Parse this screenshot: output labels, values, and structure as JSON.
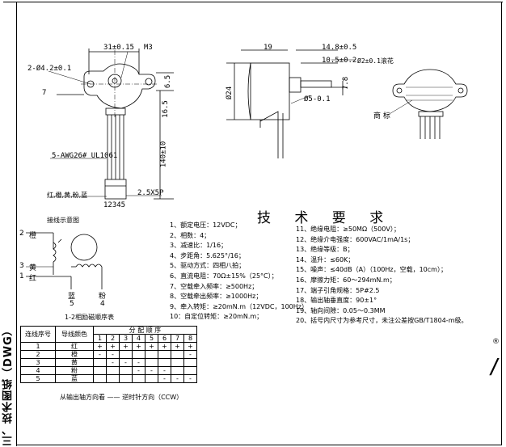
{
  "page_side_title": "三、技术图纸（DWG）",
  "dims": {
    "width_31": "31±0.15",
    "m3": "M3",
    "hole": "2-Ø4.2±0.1",
    "seven": "7",
    "six5": "6.5",
    "h16_5": "16.5",
    "h140": "140±10",
    "wire_spec": "5-AWG26# UL1061",
    "connector": "2.5X5P",
    "pins": "12345",
    "colors": "红,橙,黄,粉,蓝",
    "side19": "19",
    "dia24": "Ø24",
    "d14_8": "14.8±0.5",
    "d10_5": "10.5±0.2",
    "shaft_dia": "Ø2±0.1滚花",
    "d7_8": "7.8",
    "d5": "Ø5-0.1",
    "nameplate": "商 标"
  },
  "connection": {
    "title": "接线示意图",
    "w2": "2",
    "w2_color": "橙",
    "w3": "3",
    "w3_color": "黄",
    "w1": "1",
    "w1_color": "红",
    "blue_color": "蓝",
    "blue_num": "5",
    "pink_color": "粉",
    "pink_num": "4"
  },
  "requirements": {
    "title": "技 术 要 求",
    "left": [
      "1、额定电压：12VDC；",
      "2、相数：4；",
      "3、减速比：1/16；",
      "4、步距角：5.625°/16；",
      "5、驱动方式：四相八拍；",
      "6、直流电阻：70Ω±15%（25°C）；",
      "7、空载牵入频率：≥500Hz；",
      "8、空载牵出频率：≥1000Hz；",
      "9、牵入转矩：≥20mN.m（12VDC，100Hz）",
      "10：自定位转矩：≥20mN.m；"
    ],
    "right": [
      "11、绝缘电阻：≥50MΩ（500V）；",
      "12、绝缘介电强度：600VAC/1mA/1s；",
      "13、绝缘等级：B；",
      "14、温升：≤60K；",
      "15、噪声：≤40dB（A）（100Hz，空载，10cm）；",
      "16、摩擦力矩：60～294mN.m；",
      "17、端子引角规格：5P#2.5",
      "18、输出轴垂直度：90±1°",
      "19、轴向间隙：0.05～0.3MM",
      "20、括号内尺寸为参考尺寸，未注公差按GB/T1804-m级。"
    ]
  },
  "sequence": {
    "caption": "1-2相励磁顺序表",
    "col_lead": "连线序号",
    "col_color": "导线颜色",
    "col_order": "分 配 顺 序",
    "steps": [
      "1",
      "2",
      "3",
      "4",
      "5",
      "6",
      "7",
      "8"
    ],
    "rows": [
      {
        "no": "1",
        "color": "红",
        "cells": [
          "+",
          "+",
          "+",
          "+",
          "+",
          "+",
          "+",
          "+"
        ]
      },
      {
        "no": "2",
        "color": "橙",
        "cells": [
          "-",
          "-",
          "",
          "",
          "",
          "",
          "",
          "-"
        ]
      },
      {
        "no": "3",
        "color": "黄",
        "cells": [
          "",
          "-",
          "-",
          "-",
          "",
          "",
          "",
          ""
        ]
      },
      {
        "no": "4",
        "color": "粉",
        "cells": [
          "",
          "",
          "",
          "-",
          "-",
          "-",
          "",
          ""
        ]
      },
      {
        "no": "5",
        "color": "蓝",
        "cells": [
          "",
          "",
          "",
          "",
          "",
          "-",
          "-",
          "-"
        ]
      }
    ],
    "footer": "从输出轴方向看 —— 逆时针方向（CCW）"
  },
  "right_edge_mark": "®"
}
